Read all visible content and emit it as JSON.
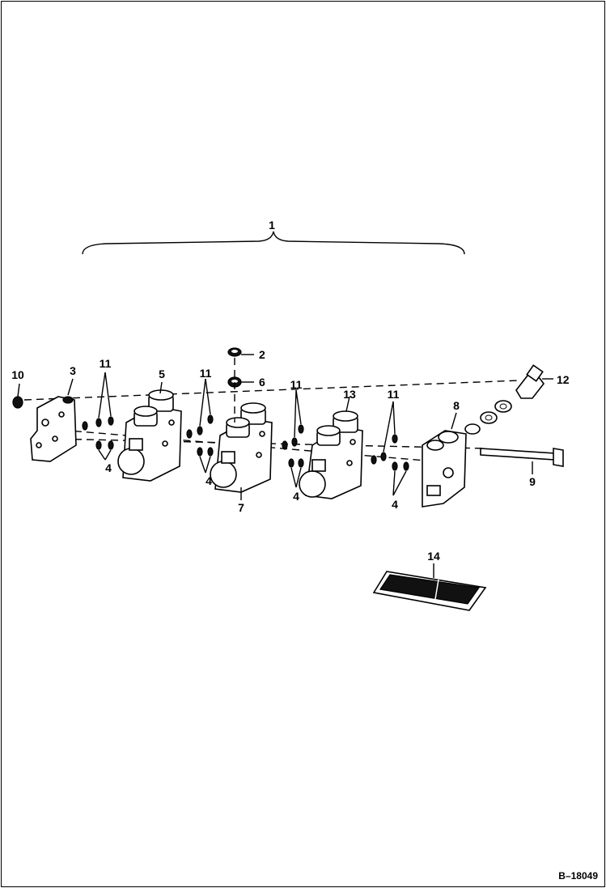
{
  "figure_id": "B–18049",
  "callouts": {
    "c1": "1",
    "c2": "2",
    "c3": "3",
    "c4a": "4",
    "c4b": "4",
    "c4c": "4",
    "c4d": "4",
    "c5": "5",
    "c6": "6",
    "c7": "7",
    "c8": "8",
    "c9": "9",
    "c10": "10",
    "c11a": "11",
    "c11b": "11",
    "c11c": "11",
    "c11d": "11",
    "c12": "12",
    "c13": "13",
    "c14": "14"
  }
}
